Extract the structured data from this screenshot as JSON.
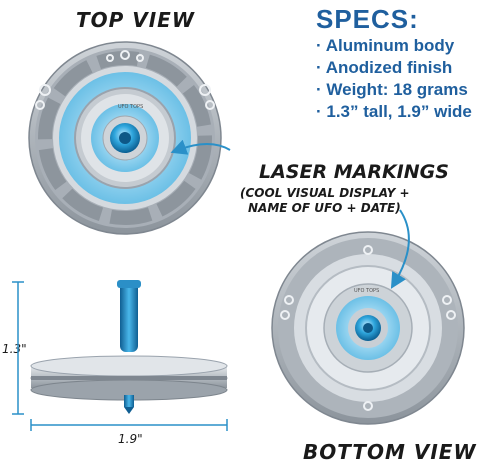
{
  "labels": {
    "top_view": "TOP VIEW",
    "bottom_view": "BOTTOM VIEW",
    "specs_title": "SPECS:",
    "laser_title": "LASER MARKINGS",
    "laser_sub_1": "(COOL VISUAL DISPLAY +",
    "laser_sub_2": "NAME OF UFO + DATE)",
    "height_dim": "1.3\"",
    "width_dim": "1.9\""
  },
  "specs": [
    "· Aluminum body",
    "· Anodized finish",
    "· Weight: 18 grams",
    "· 1.3” tall, 1.9” wide"
  ],
  "engravings": {
    "top_1": "UFO TOPS",
    "bottom_1": "UFO TOPS"
  },
  "colors": {
    "accent_blue": "#1f5f9e",
    "arrow_blue": "#2a90c8",
    "anodized_blue": "#2fa6dd",
    "ring_gray": "#9aa3ad",
    "ring_light": "#c7ccd2"
  }
}
